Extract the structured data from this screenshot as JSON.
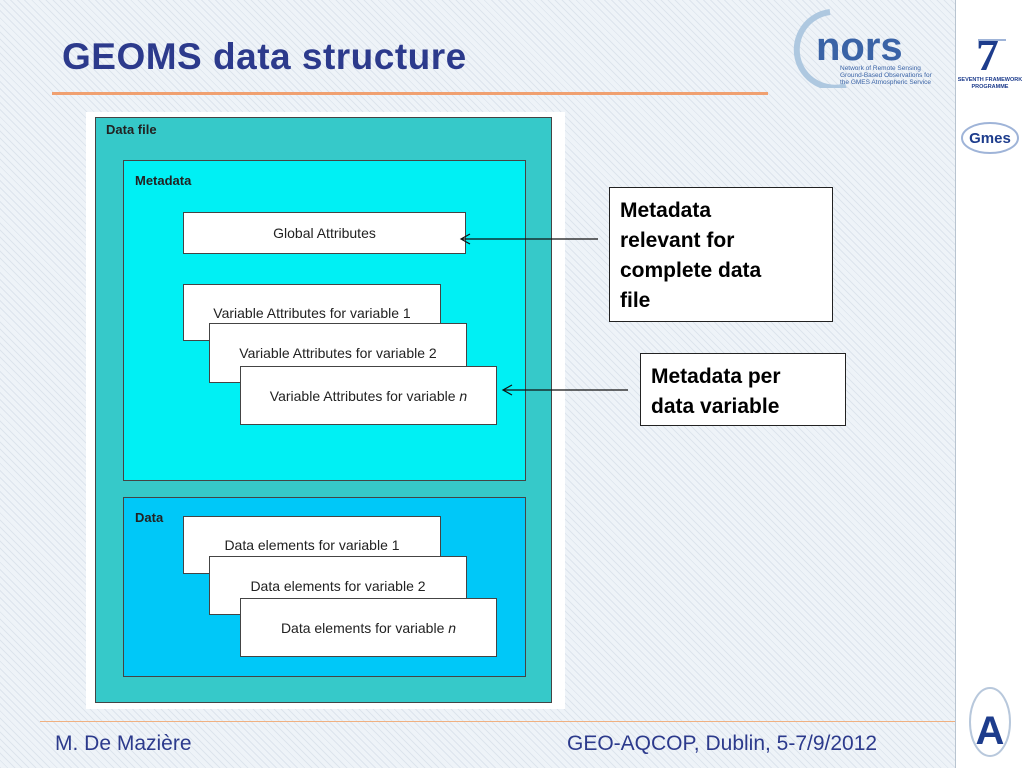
{
  "slide": {
    "title": "GEOMS data structure"
  },
  "logos": {
    "nors": {
      "wordmark": "nors",
      "tagline_1": "Network of Remote Sensing",
      "tagline_2": "Ground-Based Observations for",
      "tagline_3": "the GMES Atmospheric Service"
    },
    "fp7": {
      "numeral": "7",
      "line_1": "SEVENTH FRAMEWORK",
      "line_2": "PROGRAMME"
    },
    "gmes": {
      "wordmark": "Gmes"
    },
    "bottom_logo": {
      "letter": "A"
    }
  },
  "diagram": {
    "data_file_label": "Data file",
    "metadata_label": "Metadata",
    "data_label": "Data",
    "global_attributes": "Global Attributes",
    "variable_attributes": [
      {
        "prefix": "Variable Attributes for variable ",
        "suffix": "1"
      },
      {
        "prefix": "Variable Attributes for variable ",
        "suffix": "2"
      },
      {
        "prefix": "Variable Attributes for variable ",
        "suffix": "n"
      }
    ],
    "data_elements": [
      {
        "prefix": "Data elements for variable ",
        "suffix": "1"
      },
      {
        "prefix": "Data elements for variable ",
        "suffix": "2"
      },
      {
        "prefix": "Data elements for variable ",
        "suffix": "n"
      }
    ]
  },
  "callouts": {
    "file_metadata": [
      "Metadata",
      "relevant for",
      "complete data",
      "file"
    ],
    "variable_metadata": [
      "Metadata per",
      "data variable"
    ]
  },
  "footer": {
    "author": "M. De Mazière",
    "event": "GEO-AQCOP, Dublin, 5-7/9/2012"
  },
  "colors": {
    "title": "#2c3a8c",
    "accent_rule": "#f0a070",
    "data_file_fill": "#36c9c9",
    "metadata_fill": "#00f0f4",
    "data_fill": "#00c8f8"
  }
}
